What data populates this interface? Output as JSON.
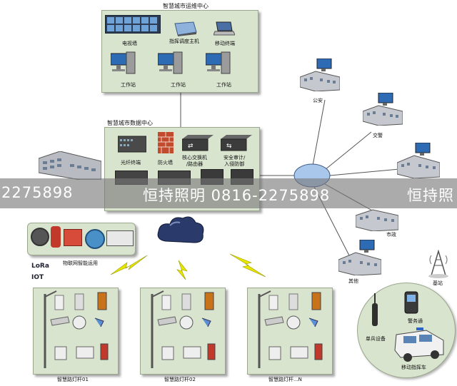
{
  "ops_center": {
    "title": "智慧城市运维中心",
    "items": [
      "电视墙",
      "指挥调度主机",
      "移动终端",
      "工作站",
      "工作站",
      "工作站"
    ]
  },
  "data_center": {
    "title": "智慧城市数据中心",
    "items": [
      "光纤终端",
      "防火墙",
      "核心交换机\n/路由器",
      "安全审计/\n入侵防御"
    ]
  },
  "agencies": {
    "public_security": "公安",
    "traffic_police": "交警",
    "municipal": "市政",
    "other": "其他"
  },
  "base_station": "基站",
  "iot_panel": {
    "caption": "物联网智能运用",
    "logos": [
      "LoRa",
      "IOT"
    ]
  },
  "poles": [
    "智慧路灯杆01",
    "智慧路灯杆02",
    "智慧路灯杆...N"
  ],
  "mobile": {
    "police_phone": "警务通",
    "soldier_device": "单兵设备",
    "vehicle": "移动指挥车"
  },
  "watermark": {
    "left": "2275898",
    "center": "恒持照明 0816-2275898",
    "right": "恒持照"
  },
  "colors": {
    "panel": "#d9e4cf",
    "cloud": "#2a3b6b",
    "lightning": "#e7e600",
    "network_node": "#a9c7ea",
    "link": "#555555"
  }
}
